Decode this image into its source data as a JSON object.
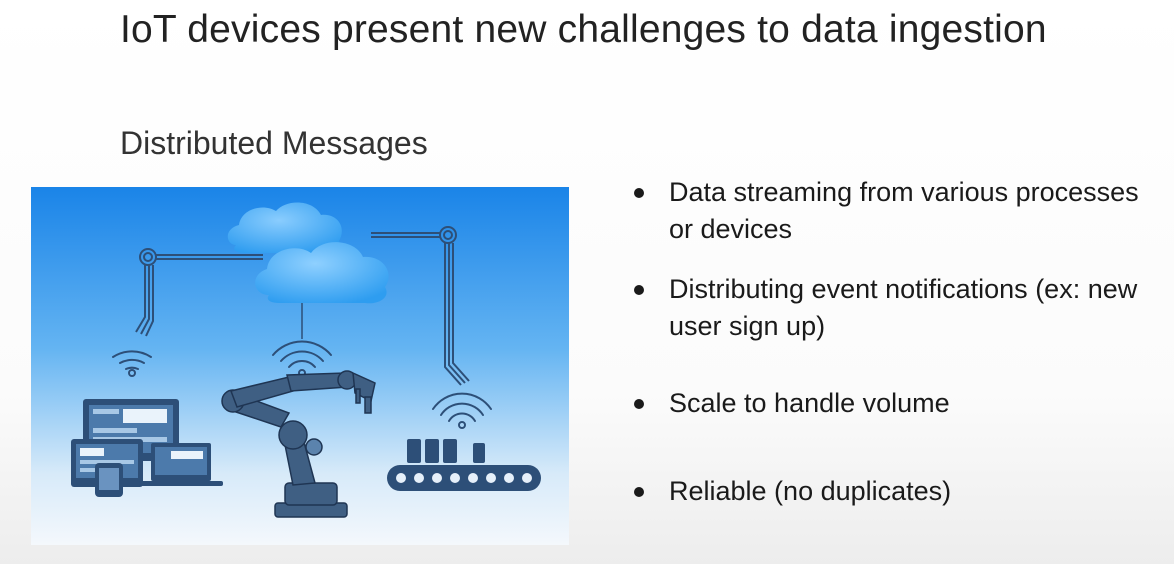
{
  "slide": {
    "title": "IoT devices present new challenges to data ingestion",
    "subtitle": "Distributed Messages",
    "bullets": [
      "Data streaming from various processes or devices",
      "Distributing event notifications (ex: new user sign up)",
      "Scale to handle volume",
      "Reliable (no duplicates)"
    ]
  },
  "illustration": {
    "icons": [
      "cloud-icon",
      "wifi-icon",
      "robot-arm-icon",
      "devices-icon",
      "conveyor-belt-icon"
    ],
    "colors": {
      "sky_top": "#1a84e8",
      "sky_bottom": "#f4f8fc",
      "device_dark": "#2d4f78",
      "device_mid": "#4c7aab",
      "cloud": "#3ca7f5"
    }
  }
}
